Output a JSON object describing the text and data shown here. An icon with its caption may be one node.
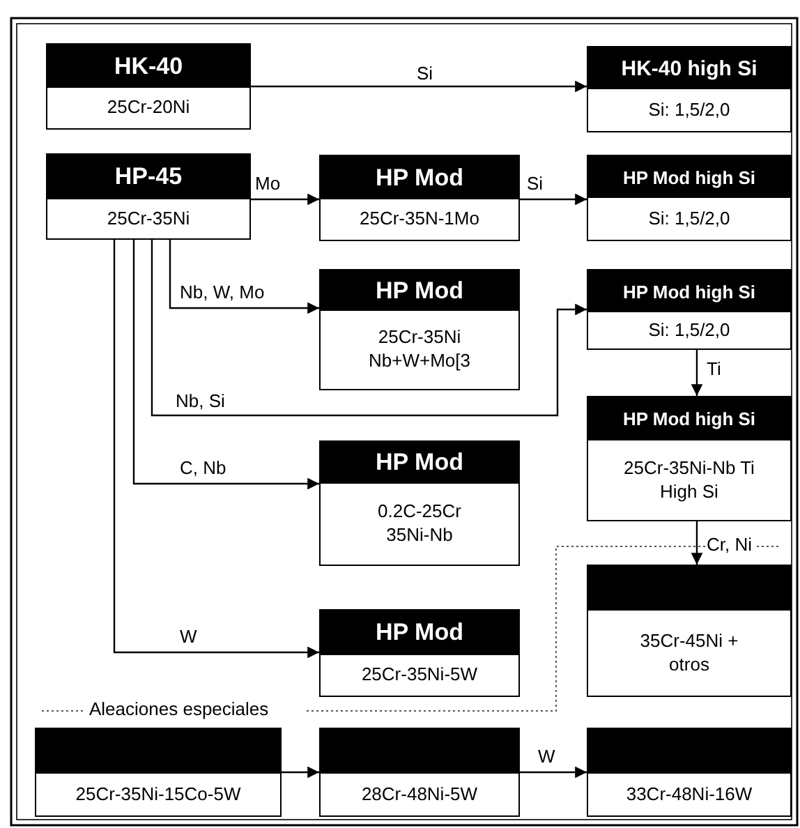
{
  "diagram": {
    "nodes": [
      {
        "text": [
          "HK-40",
          "25Cr-20Ni"
        ]
      },
      {
        "text": [
          "HK-40 high Si",
          "Si: 1,5/2,0"
        ]
      },
      {
        "text": [
          "HP-45",
          "25Cr-35Ni"
        ]
      },
      {
        "text": [
          "HP Mod",
          "25Cr-35N-1Mo"
        ]
      },
      {
        "text": [
          "HP Mod high Si",
          "Si: 1,5/2,0"
        ]
      },
      {
        "text": [
          "HP Mod",
          "25Cr-35Ni Nb+W+Mo[3"
        ]
      },
      {
        "text": [
          "HP Mod high Si",
          "Si: 1,5/2,0"
        ]
      },
      {
        "text": [
          "HP Mod high Si",
          "25Cr-35Ni-Nb Ti High Si"
        ]
      },
      {
        "text": [
          "HP Mod",
          "0.2C-25Cr 35Ni-Nb"
        ]
      },
      {
        "text": [
          "35Cr-45Ni + otros"
        ]
      },
      {
        "text": [
          "HP Mod",
          "25Cr-35Ni-5W"
        ]
      },
      {
        "text": [
          "25Cr-35Ni-15Co-5W"
        ]
      },
      {
        "text": [
          "28Cr-48Ni-5W"
        ]
      },
      {
        "text": [
          "33Cr-48Ni-16W"
        ]
      }
    ],
    "edges": [
      {
        "from": 0,
        "to": 1,
        "arrow": "to",
        "label": "Si"
      },
      {
        "from": 2,
        "to": 3,
        "arrow": "to",
        "label": "Mo"
      },
      {
        "from": 3,
        "to": 4,
        "arrow": "to",
        "label": "Si"
      },
      {
        "from": 2,
        "to": 5,
        "arrow": "to",
        "label": "Nb, W, Mo"
      },
      {
        "from": 2,
        "to": 6,
        "arrow": "to",
        "label": "Nb, Si"
      },
      {
        "from": 2,
        "to": 8,
        "arrow": "to",
        "label": "C, Nb"
      },
      {
        "from": 2,
        "to": 10,
        "arrow": "to",
        "label": "W"
      },
      {
        "from": 6,
        "to": 7,
        "arrow": "to",
        "label": "Ti"
      },
      {
        "from": 7,
        "to": 9,
        "arrow": "to",
        "label": "Cr, Ni"
      },
      {
        "from": 11,
        "to": 12,
        "arrow": "to"
      },
      {
        "from": 12,
        "to": 13,
        "arrow": "to",
        "label": "W"
      }
    ],
    "labels": [
      "Aleaciones especiales"
    ]
  }
}
